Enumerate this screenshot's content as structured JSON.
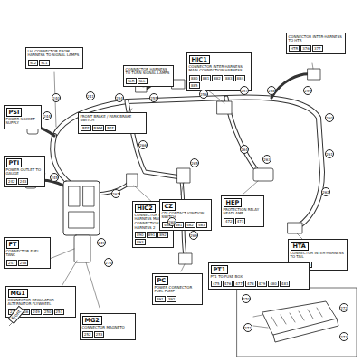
{
  "diagram": {
    "nodes": [
      {
        "text": [
          "LH. CONNECTOR FROM HARNESS TO SIGNAL LAMPS",
          "SL2",
          "SL1"
        ]
      },
      {
        "text": [
          "PSI",
          "POWER SOCKET SUPPLY"
        ]
      },
      {
        "text": [
          "PTI",
          "POWER OUTLET TO GAUGE",
          "242",
          "243"
        ]
      },
      {
        "text": [
          "FRONT BRAKE / PARK BRAKE SWITCH",
          "REF",
          "RMM",
          "RFF"
        ]
      },
      {
        "text": [
          "CONNECTOR HARNESS TO TURN SIGNAL LAMPS",
          "SLR",
          "SLL"
        ]
      },
      {
        "text": [
          "HIC1",
          "CONNECTOR INTER-HARNESS MAIN CONNECTION HARNESS",
          "880",
          "881",
          "882",
          "883",
          "884",
          "885"
        ]
      },
      {
        "text": [
          "CONNECTOR INTER-HARNESS TO HTR",
          "HTR",
          "376",
          "377"
        ]
      },
      {
        "text": [
          "HIC2",
          "CONNECTOR INTER-HARNESS MAIN CONNECTION HARNESS 2",
          "890",
          "891",
          "892",
          "893"
        ]
      },
      {
        "text": [
          "CZ",
          "CDI CONTACT IGNITION SWITCH",
          "460",
          "461",
          "462",
          "463"
        ]
      },
      {
        "text": [
          "HEP",
          "PROTECTION RELAY HEADLAMP",
          "472",
          "473"
        ]
      },
      {
        "text": [
          "HTA",
          "CONNECTOR INTER-HARNESS TO TAIL",
          "455",
          "456"
        ]
      },
      {
        "text": [
          "PT1",
          "PT1 TO FUSE BOX",
          "475",
          "476",
          "477",
          "478",
          "479",
          "480",
          "481"
        ]
      },
      {
        "text": [
          "PC",
          "POWER CONNECTOR FUEL PUMP",
          "391",
          "392"
        ]
      },
      {
        "text": [
          "FT",
          "CONNECTOR FUEL TANK",
          "247",
          "248"
        ]
      },
      {
        "text": [
          "MG1",
          "CONNECTOR REGULATOR ALTERNATOR FLYWHEEL",
          "239",
          "246",
          "249",
          "250",
          "251"
        ]
      },
      {
        "text": [
          "MG2",
          "CONNECTOR MAGNETO",
          "252",
          "253"
        ]
      }
    ],
    "labels": [
      "240",
      "241",
      "244",
      "245",
      "249",
      "254",
      "255",
      "256",
      "257",
      "258",
      "259",
      "260",
      "261",
      "262",
      "263",
      "264",
      "265",
      "266",
      "267",
      "268",
      "269",
      "270",
      "271",
      "272",
      "273",
      "274",
      "Front"
    ]
  }
}
